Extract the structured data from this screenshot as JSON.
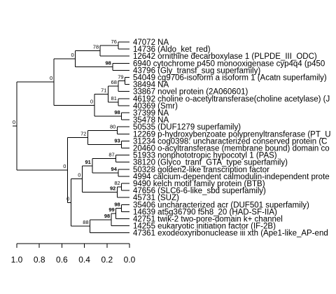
{
  "tree": {
    "leaves": [
      {
        "id": "L1",
        "label": "47072 NA"
      },
      {
        "id": "L2",
        "label": "14736 (Aldo_ket_red)"
      },
      {
        "id": "L3",
        "label": "12642 ornithine decarboxylase 1 (PLPDE_III_ODC)"
      },
      {
        "id": "L4",
        "label": "6940 cytochrome p450 monooxigenase cyp4q4 (p450"
      },
      {
        "id": "L5",
        "label": "43796 (Gly_transf_sug superfamily)"
      },
      {
        "id": "L6",
        "label": "54049 cg9706-isoform a isoform 1 (Acatn superfamily)"
      },
      {
        "id": "L7",
        "label": "38494 NA"
      },
      {
        "id": "L8",
        "label": "33867 novel protein (2A060601)"
      },
      {
        "id": "L9",
        "label": "46192 choline o-acetyltransferase(choline acetylase) (J"
      },
      {
        "id": "L10",
        "label": "40369 (Smr)"
      },
      {
        "id": "L11",
        "label": "37399 NA"
      },
      {
        "id": "L12",
        "label": "35478 NA"
      },
      {
        "id": "L13",
        "label": "50535 (DUF1279 superfamily)"
      },
      {
        "id": "L14",
        "label": "12269 p-hydroxybenzoate polyprenyltransferase (PT_U"
      },
      {
        "id": "L15",
        "label": "31234 cog0398: uncharacterized conserved protein (C"
      },
      {
        "id": "L16",
        "label": "20460 o-acyltransferase (membrane bound) domain co"
      },
      {
        "id": "L17",
        "label": "51933 nonphototropic hypocotyl 1 (PAS)"
      },
      {
        "id": "L18",
        "label": "38120 (Glyco_tranf_GTA_type superfamily)"
      },
      {
        "id": "L19",
        "label": "50328 golden2-like transcription factor"
      },
      {
        "id": "L20",
        "label": "4994 calcium-dependent calmodulin-independent prote"
      },
      {
        "id": "L21",
        "label": "9490 kelch motif family protein (BTB)"
      },
      {
        "id": "L22",
        "label": "47656 (SLC6-6-like_sbd superfamily)"
      },
      {
        "id": "L23",
        "label": "45731 (SUZ)"
      },
      {
        "id": "L24",
        "label": "35406 uncharacterized acr (DUF501 superfamily)"
      },
      {
        "id": "L25",
        "label": "14639 at5g36790 f5h8_20 (HAD-SF-IIA)"
      },
      {
        "id": "L26",
        "label": "42751 twik-2 two-pore-domain k+ channel"
      },
      {
        "id": "L27",
        "label": "14255 eukaryotic initiation factor (IF-2B)"
      },
      {
        "id": "L28",
        "label": "47361 exodeoxyribonuclease iii xth (Ape1-like_AP-end"
      }
    ],
    "nodes": [
      {
        "id": "n76",
        "height": 0.1,
        "children": [
          "L1",
          "L2"
        ],
        "support": "76",
        "strong": false
      },
      {
        "id": "n78",
        "height": 0.26,
        "children": [
          "n76",
          "L3"
        ],
        "support": "78",
        "strong": false
      },
      {
        "id": "n98a",
        "height": 0.15,
        "children": [
          "L4",
          "L5"
        ],
        "support": "98",
        "strong": true
      },
      {
        "id": "n0a",
        "height": 0.48,
        "children": [
          "n78",
          "n98a"
        ],
        "support": "0",
        "strong": false
      },
      {
        "id": "n79",
        "height": 0.04,
        "children": [
          "L6",
          "L7"
        ],
        "support": "79",
        "strong": false
      },
      {
        "id": "n68",
        "height": 0.1,
        "children": [
          "n79",
          "L8"
        ],
        "support": "68",
        "strong": false
      },
      {
        "id": "n81",
        "height": 0.1,
        "children": [
          "L9",
          "L10"
        ],
        "support": "81",
        "strong": false
      },
      {
        "id": "n71",
        "height": 0.19,
        "children": [
          "n68",
          "n81"
        ],
        "support": "71",
        "strong": false
      },
      {
        "id": "n98b",
        "height": 0.07,
        "children": [
          "L11",
          "L12"
        ],
        "support": "98",
        "strong": true
      },
      {
        "id": "n0b",
        "height": 0.31,
        "children": [
          "n71",
          "n98b"
        ],
        "support": "0",
        "strong": false
      },
      {
        "id": "n0c",
        "height": 0.67,
        "children": [
          "n0a",
          "n0b"
        ],
        "support": "0",
        "strong": false
      },
      {
        "id": "n93",
        "height": 0.07,
        "children": [
          "L15",
          "L16"
        ],
        "support": "93",
        "strong": true
      },
      {
        "id": "n80",
        "height": 0.11,
        "children": [
          "L13",
          "L14"
        ],
        "support": "80",
        "strong": false
      },
      {
        "id": "n72",
        "height": 0.37,
        "children": [
          "n80",
          "n93"
        ],
        "support": "72",
        "strong": false
      },
      {
        "id": "n87",
        "height": 0.12,
        "children": [
          "L17",
          "L18"
        ],
        "support": "87",
        "strong": false
      },
      {
        "id": "n94",
        "height": 0.1,
        "children": [
          "L19",
          "L20"
        ],
        "support": "94",
        "strong": true
      },
      {
        "id": "n91",
        "height": 0.33,
        "children": [
          "n87",
          "n94"
        ],
        "support": "91",
        "strong": true
      },
      {
        "id": "n82",
        "height": 0.07,
        "children": [
          "L21",
          "L22"
        ],
        "support": "82",
        "strong": false
      },
      {
        "id": "n92",
        "height": 0.11,
        "children": [
          "n82",
          "L23"
        ],
        "support": "92",
        "strong": true
      },
      {
        "id": "n0d",
        "height": 0.42,
        "children": [
          "n91",
          "n92"
        ],
        "support": "0",
        "strong": false
      },
      {
        "id": "n98c",
        "height": 0.07,
        "children": [
          "L24",
          "L25"
        ],
        "support": "98",
        "strong": true
      },
      {
        "id": "n99",
        "height": 0.12,
        "children": [
          "n98c",
          "L26"
        ],
        "support": "99",
        "strong": true
      },
      {
        "id": "n98d",
        "height": 0.16,
        "children": [
          "n99",
          "L27"
        ],
        "support": "98",
        "strong": true
      },
      {
        "id": "n88",
        "height": 0.35,
        "children": [
          "n98d",
          "L28"
        ],
        "support": "88",
        "strong": false
      },
      {
        "id": "n0e",
        "height": 0.52,
        "children": [
          "n0d",
          "n88"
        ],
        "support": "0",
        "strong": false
      },
      {
        "id": "n0f",
        "height": 0.55,
        "children": [
          "n72",
          "n0e"
        ],
        "support": "0",
        "strong": false
      },
      {
        "id": "root",
        "height": 1.0,
        "children": [
          "n0c",
          "n0f"
        ],
        "support": "0",
        "strong": false
      }
    ]
  },
  "axis": {
    "range": [
      1.0,
      0.0
    ],
    "ticks": [
      "1.0",
      "0.8",
      "0.6",
      "0.4",
      "0.2",
      "0.0"
    ],
    "tick_values": [
      1.0,
      0.8,
      0.6,
      0.4,
      0.2,
      0.0
    ]
  }
}
